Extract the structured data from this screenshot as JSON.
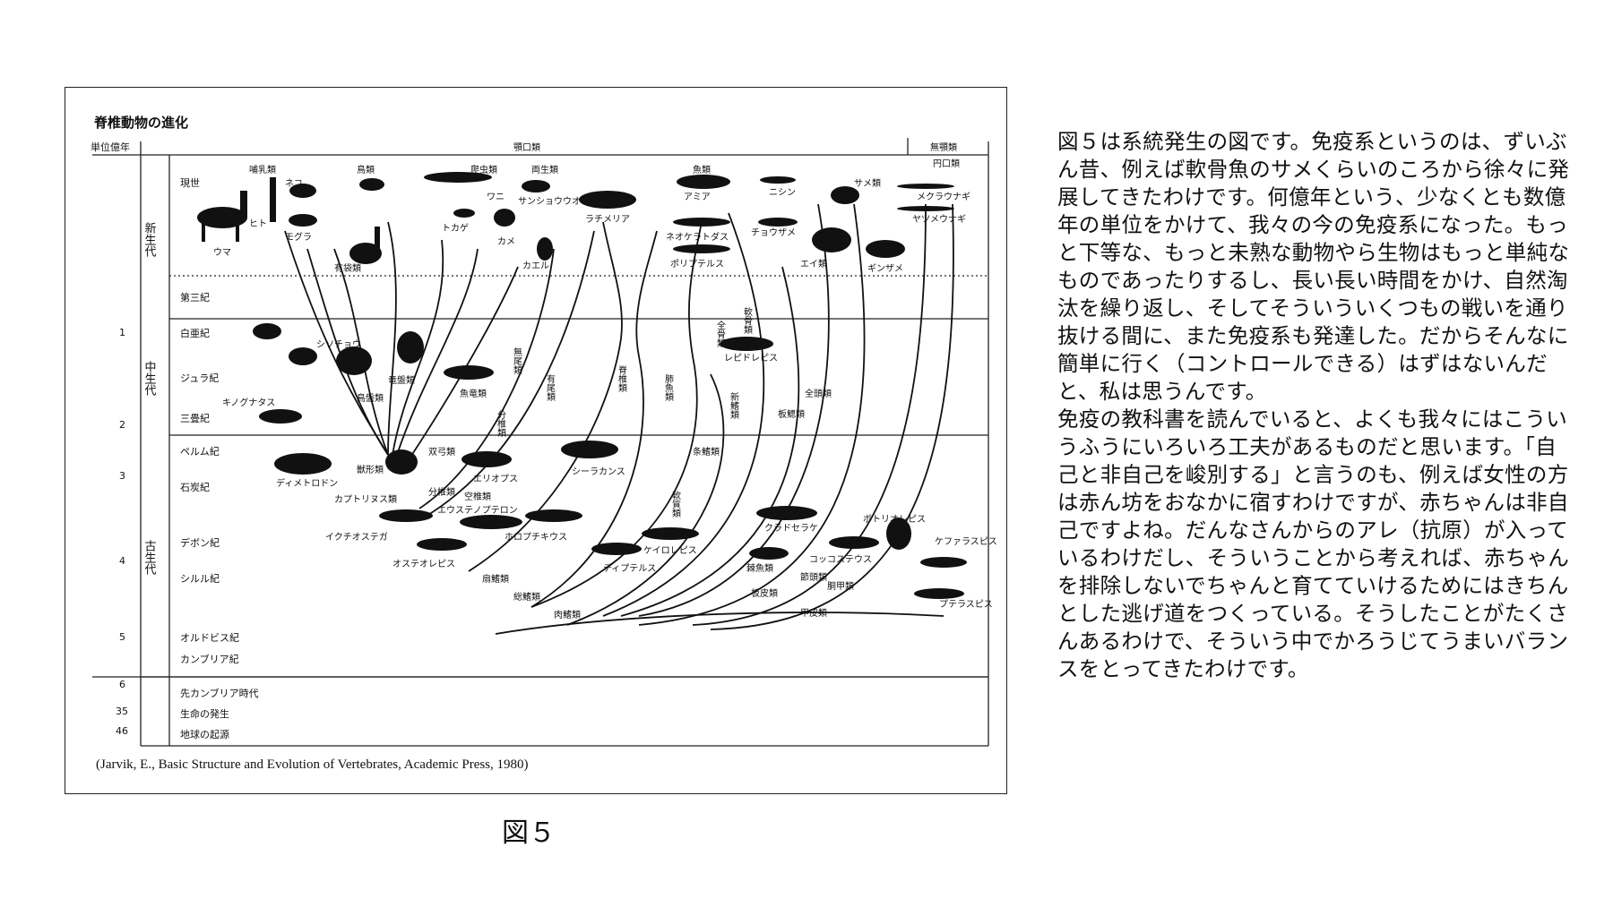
{
  "figure": {
    "title": "脊椎動物の進化",
    "axis_header": "単位億年",
    "group_headers": {
      "jaw": "顎口類",
      "jawless": "無顎類"
    },
    "time_ticks": [
      "1",
      "2",
      "3",
      "4",
      "5",
      "6",
      "35",
      "46"
    ],
    "eras": {
      "cenozoic": "新生代",
      "mesozoic": "中生代",
      "paleozoic": "古生代"
    },
    "periods": {
      "present": "現世",
      "tertiary": "第三紀",
      "cretaceous": "白亜紀",
      "jurassic": "ジュラ紀",
      "triassic": "三畳紀",
      "permian": "ペルム紀",
      "carboniferous": "石炭紀",
      "devonian": "デボン紀",
      "silurian": "シルル紀",
      "ordovician": "オルドビス紀",
      "cambrian": "カンブリア紀",
      "precambrian": "先カンブリア時代",
      "origin_life": "生命の発生",
      "origin_earth": "地球の起源"
    },
    "groups": {
      "mammals": "哺乳類",
      "birds": "鳥類",
      "reptiles": "爬虫類",
      "amphibians": "両生類",
      "fish": "魚類",
      "cyclostomes": "円口類"
    },
    "labels": {
      "horse": "ウマ",
      "human": "ヒト",
      "cat": "ネコ",
      "mole": "モグラ",
      "marsupial": "有袋類",
      "crocodile": "ワニ",
      "lizard": "トカゲ",
      "turtle": "カメ",
      "salamander": "サンショウウオ",
      "frog": "カエル",
      "latimeria": "ラチメリア",
      "amia": "アミア",
      "herring": "ニシン",
      "sturgeon": "チョウザメ",
      "ceratodus": "ネオケラトダス",
      "polypterus": "ポリプテルス",
      "ray": "エイ類",
      "shark": "サメ類",
      "chimaera": "ギンザメ",
      "lamprey": "メクラウナギ",
      "hagfish": "ヤツメウナギ",
      "holostei": "全骨類",
      "chondrostei": "軟骨類",
      "archaeopteryx": "シソチョウ",
      "dinosaur": "竜盤類",
      "ornithischia": "鳥盤類",
      "ichthyosaur": "魚竜類",
      "kynognathus": "キノグナタス",
      "lepidotes": "レピドレピス",
      "teleost": "新鰭類",
      "elasmobranch": "板鰓類",
      "holocephali": "全頭類",
      "lepido": "無尾類",
      "urodela": "有尾類",
      "tetrapod_stem": "分椎類",
      "chordate": "脊椎類",
      "lungfish_g": "肺魚類",
      "dimetrodon": "ディメトロドン",
      "mammal_like": "獣形類",
      "diapsid": "双弓類",
      "captorhinus": "カプトリヌス類",
      "eryops": "エリオプス",
      "coelacanth": "シーラカンス",
      "actinopterygii": "条鰭類",
      "sarco": "軟質類",
      "split_spine": "分椎類",
      "empty_spine": "空椎類",
      "eusthenopteron": "エウステノプテロン",
      "ichthyostega": "イクチオステガ",
      "holoptychius": "ホロプチキウス",
      "kheirolepis": "ケイロレピス",
      "cladoselache": "クラドセラケ",
      "bothriolepis": "ボトリオレピス",
      "osteolepis": "オステオレピス",
      "dipterus": "ディプテルス",
      "acanthodii": "棘魚類",
      "coccosteus": "コッコステウス",
      "arthrodira": "節頭類",
      "cephalaspis": "ケファラスピス",
      "fan_fin": "扇鰭類",
      "placodermi": "板皮類",
      "osteostraci": "胴甲類",
      "pteraspis": "プテラスピス",
      "crossopterygii": "総鰭類",
      "sarcopterygii": "肉鰭類",
      "heterostraci": "甲皮類"
    },
    "citation": "(Jarvik, E., Basic Structure and Evolution of Vertebrates, Academic Press, 1980)"
  },
  "caption": "図５",
  "body": {
    "para1": "図５は系統発生の図です。免疫系というのは、ずいぶん昔、例えば軟骨魚のサメくらいのころから徐々に発展してきたわけです。何億年という、少なくとも数億年の単位をかけて、我々の今の免疫系になった。もっと下等な、もっと未熟な動物やら生物はもっと単純なものであったりするし、長い長い時間をかけ、自然淘汰を繰り返し、そしてそういういくつもの戦いを通り抜ける間に、また免疫系も発達した。だからそんなに簡単に行く（コントロールできる）はずはないんだと、私は思うんです。",
    "para2": "免疫の教科書を読んでいると、よくも我々にはこういうふうにいろいろ工夫があるものだと思います。「自己と非自己を峻別する」と言うのも、例えば女性の方は赤ん坊をおなかに宿すわけですが、赤ちゃんは非自己ですよね。だんなさんからのアレ（抗原）が入っているわけだし、そういうことから考えれば、赤ちゃんを排除しないでちゃんと育てていけるためにはきちんとした逃げ道をつくっている。そうしたことがたくさんあるわけで、そういう中でかろうじてうまいバランスをとってきたわけです。"
  }
}
